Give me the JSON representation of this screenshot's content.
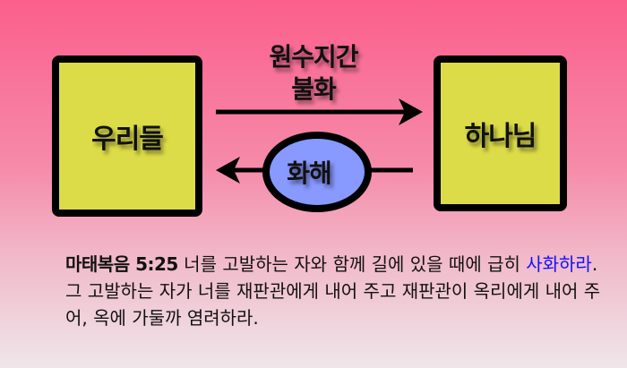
{
  "diagram": {
    "left_box": "우리들",
    "right_box": "하나님",
    "top_arrow_label_line1": "원수지간",
    "top_arrow_label_line2": "불화",
    "ellipse_label": "화해"
  },
  "verse": {
    "reference": "마태복음 5:25",
    "text_before": " 너를 고발하는 자와 함께 길에 있을 때에 급히 ",
    "highlight": "사화하라",
    "text_after": ". 그 고발하는 자가 너를 재판관에게 내어 주고 재판관이 옥리에게 내어 주어, 옥에 가둘까 염려하라."
  },
  "colors": {
    "box_fill": "#dcdc48",
    "ellipse_fill": "#8899ff",
    "highlight": "#1010ff"
  }
}
